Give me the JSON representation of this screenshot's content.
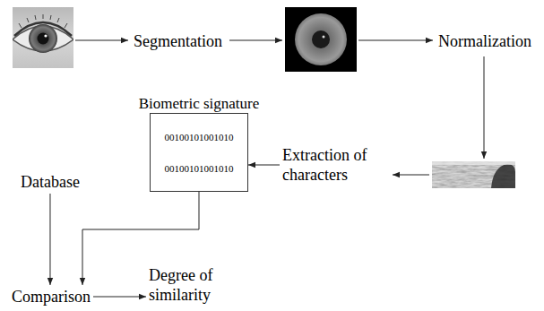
{
  "diagram": {
    "nodes": [
      {
        "text": [
          "Segmentation"
        ]
      },
      {
        "text": [
          "Normalization"
        ]
      },
      {
        "text": [
          "Biometric signature",
          "00100101001010",
          "00100101001010"
        ]
      },
      {
        "text": [
          "Extraction of characters"
        ]
      },
      {
        "text": [
          "Database"
        ]
      },
      {
        "text": [
          "Comparison"
        ]
      },
      {
        "text": [
          "Degree of similarity"
        ]
      }
    ],
    "edges": [
      {
        "from": 3,
        "to": 2,
        "arrow": "to"
      },
      {
        "from": 2,
        "to": 5,
        "arrow": "to"
      },
      {
        "from": 4,
        "to": 5,
        "arrow": "to"
      },
      {
        "from": 5,
        "to": 6,
        "arrow": "to"
      }
    ]
  }
}
